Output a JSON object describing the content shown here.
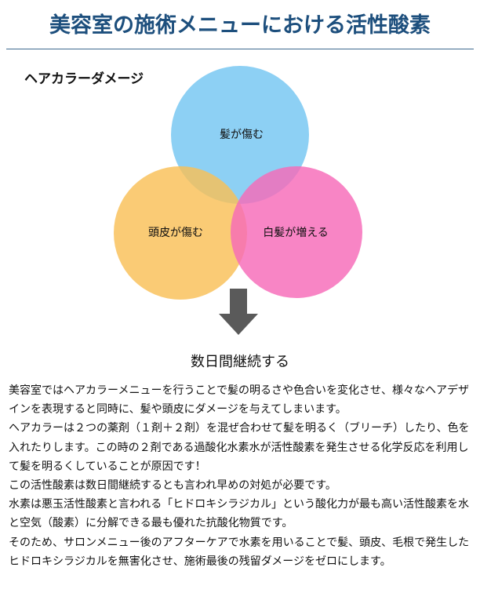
{
  "page": {
    "title": "美容室の施術メニューにおける活性酸素",
    "title_color": "#1d4f7d"
  },
  "diagram": {
    "heading": "ヘアカラーダメージ",
    "circles": [
      {
        "label": "髪が傷む",
        "color": "#74c6f2"
      },
      {
        "label": "頭皮が傷む",
        "color": "#f9c057"
      },
      {
        "label": "白髪が増える",
        "color": "#f66ab8"
      }
    ],
    "arrow_icon": "arrow-down-icon",
    "arrow_color": "#5a5a5a",
    "result": "数日間継続する"
  },
  "body": {
    "paragraphs": [
      "美容室ではヘアカラーメニューを行うことで髪の明るさや色合いを変化させ、様々なヘアデザインを表現すると同時に、髪や頭皮にダメージを与えてしまいます。",
      "ヘアカラーは２つの薬剤（１剤＋２剤）を混ぜ合わせて髪を明るく（ブリーチ）したり、色を入れたりします。この時の２剤である過酸化水素水が活性酸素を発生させる化学反応を利用して髪を明るくしていることが原因です！",
      "この活性酸素は数日間継続するとも言われ早めの対処が必要です。",
      "水素は悪玉活性酸素と言われる「ヒドロキシラジカル」という酸化力が最も高い活性酸素を水と空気（酸素）に分解できる最も優れた抗酸化物質です。",
      "そのため、サロンメニュー後のアフターケアで水素を用いることで髪、頭皮、毛根で発生したヒドロキシラジカルを無害化させ、施術最後の残留ダメージをゼロにします。"
    ]
  }
}
